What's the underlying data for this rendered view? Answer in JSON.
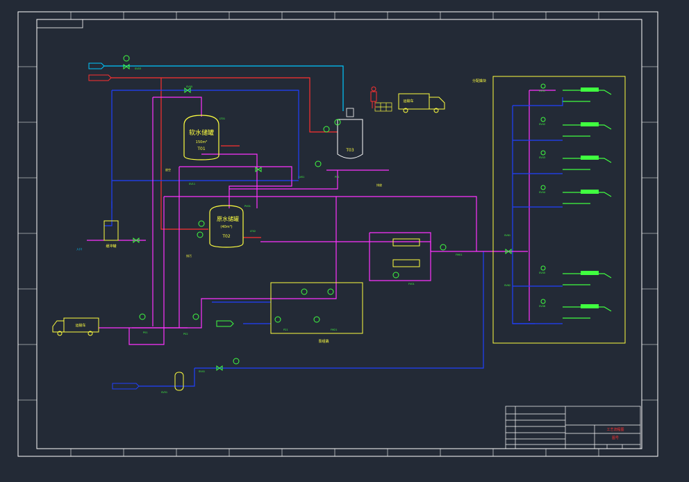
{
  "colors": {
    "background": "#232a36",
    "frame": "#ffffff",
    "water_line": "#00c8ff",
    "hot_line": "#ff3030",
    "mix_line": "#ff33ff",
    "blue_line": "#2040ff",
    "equipment": "#ffff40",
    "valve": "#40ff40"
  },
  "tanks": {
    "t01": {
      "name": "软水储罐",
      "volume": "150m³",
      "tag": "T01"
    },
    "t02": {
      "name": "原水储罐",
      "volume": "(40m³)",
      "tag": "T02"
    },
    "t03": {
      "tag": "T03"
    }
  },
  "labels": {
    "truck_top": "运输车",
    "truck_bottom": "运输车",
    "buffer": "缓冲罐",
    "pump_skid": "泵组撬",
    "distribution": "分配撬块",
    "top_in_1": "",
    "top_in_2": "",
    "left_feed": "入口",
    "bottom_feed": "",
    "vent_left": "放空",
    "vent_mid": "排污",
    "vent_right": "排放"
  },
  "title_block": {
    "drawing_title": "工艺流程图",
    "sheet": "图号"
  }
}
